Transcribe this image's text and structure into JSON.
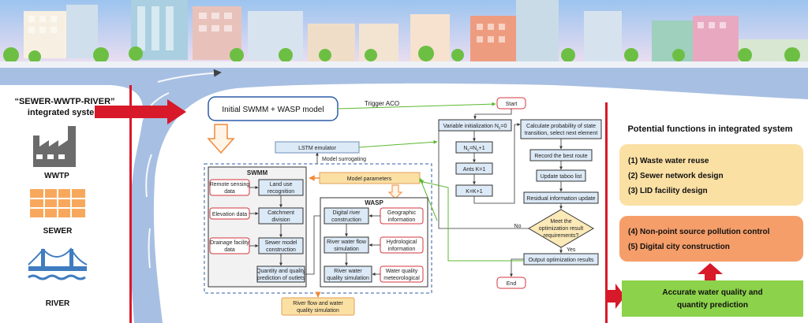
{
  "left_panel": {
    "title_line1": "“SEWER-WWTP-RIVER”",
    "title_line2": "integrated system",
    "items": [
      {
        "label": "WWTP",
        "icon": "factory-icon"
      },
      {
        "label": "SEWER",
        "icon": "sewer-grid-icon"
      },
      {
        "label": "RIVER",
        "icon": "bridge-icon"
      }
    ]
  },
  "center": {
    "initial_model": "Initial SWMM + WASP model",
    "trigger": "Trigger ACO",
    "lstm": "LSTM emulator",
    "surrogating": "Model surrogating",
    "model_params": "Model parameters",
    "output_box": [
      "River flow and water",
      "quality simulation"
    ],
    "swmm": {
      "title": "SWMM",
      "inputs": [
        [
          "Remote sensing",
          "data"
        ],
        [
          "Elevation data"
        ],
        [
          "Drainage facility",
          "data"
        ]
      ],
      "steps": [
        [
          "Land use",
          "recognition"
        ],
        [
          "Catchment",
          "division"
        ],
        [
          "Sewer model",
          "construction"
        ],
        [
          "Quantity and quality",
          "prediction of outlets"
        ]
      ]
    },
    "wasp": {
      "title": "WASP",
      "steps": [
        [
          "Digital river",
          "construction"
        ],
        [
          "River water flow",
          "simulation"
        ],
        [
          "River water",
          "quality simulation"
        ]
      ],
      "inputs": [
        [
          "Geographic",
          "information"
        ],
        [
          "Hydrological",
          "information"
        ],
        [
          "Water quality",
          "meteorological"
        ]
      ]
    }
  },
  "aco": {
    "start": "Start",
    "init": "Variable initialization N",
    "init_sub": "c",
    "init_tail": "=0",
    "nc": "N",
    "nc_sub": "c",
    "nc_mid": "=N",
    "nc_tail": "+1",
    "ants": "Ants K=1",
    "kk": "K=K+1",
    "calc": [
      "Calculate probability of state",
      "transition, select next element"
    ],
    "record": "Record the best route",
    "taboo": "Update taboo list",
    "residual": "Residual information update",
    "decision": [
      "Meet the",
      "optimization result",
      "requirements?"
    ],
    "no": "No",
    "yes": "Yes",
    "output": "Output optimization results",
    "end": "End"
  },
  "right_panel": {
    "title": "Potential functions in integrated system",
    "group1": [
      "(1) Waste water reuse",
      "(2) Sewer network design",
      "(3) LID facility design"
    ],
    "group2": [
      "(4) Non-point source pollution control",
      "(5) Digital city construction"
    ],
    "bottom": [
      "Accurate water quality and",
      "quantity prediction"
    ]
  },
  "colors": {
    "red": "#d7192a",
    "river": "#a7bfe2",
    "sky_top": "#b6d3f2",
    "sky_bottom": "#e7e5f5",
    "box_blue": "#dce9f6",
    "box_red_border": "#d4343c",
    "yellow": "#fbe0a4",
    "orange": "#f59e6a",
    "green": "#8cd24a"
  }
}
